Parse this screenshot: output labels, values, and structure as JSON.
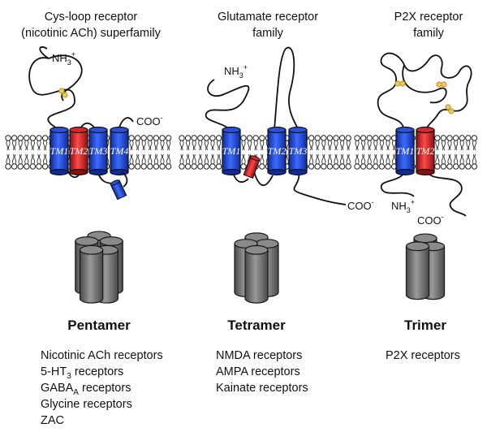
{
  "families": [
    {
      "title_line1": "Cys-loop receptor",
      "title_line2": "(nicotinic ACh) superfamily",
      "n_term": "NH3+",
      "c_term": "COO-",
      "helices": [
        "TM1",
        "TM2",
        "TM3",
        "TM4"
      ],
      "oligomer": "Pentamer",
      "subunit_count": 5,
      "members": [
        "Nicotinic ACh receptors",
        "5-HT3 receptors",
        "GABAA receptors",
        "Glycine receptors",
        "ZAC"
      ]
    },
    {
      "title_line1": "Glutamate receptor",
      "title_line2": "family",
      "n_term": "NH3+",
      "c_term": "COO-",
      "helices": [
        "TM1",
        "TM2",
        "TM3"
      ],
      "oligomer": "Tetramer",
      "subunit_count": 4,
      "members": [
        "NMDA receptors",
        "AMPA receptors",
        "Kainate receptors"
      ]
    },
    {
      "title_line1": "P2X receptor",
      "title_line2": "family",
      "n_term": "NH3+",
      "c_term": "COO-",
      "helices": [
        "TM1",
        "TM2"
      ],
      "oligomer": "Trimer",
      "subunit_count": 3,
      "members": [
        "P2X receptors"
      ]
    }
  ],
  "colors": {
    "helix_blue": "#2a52d8",
    "helix_red": "#d42a2a",
    "disulfide": "#e8c85a",
    "cylinder": "#7a7a7a",
    "membrane": "#444444"
  }
}
